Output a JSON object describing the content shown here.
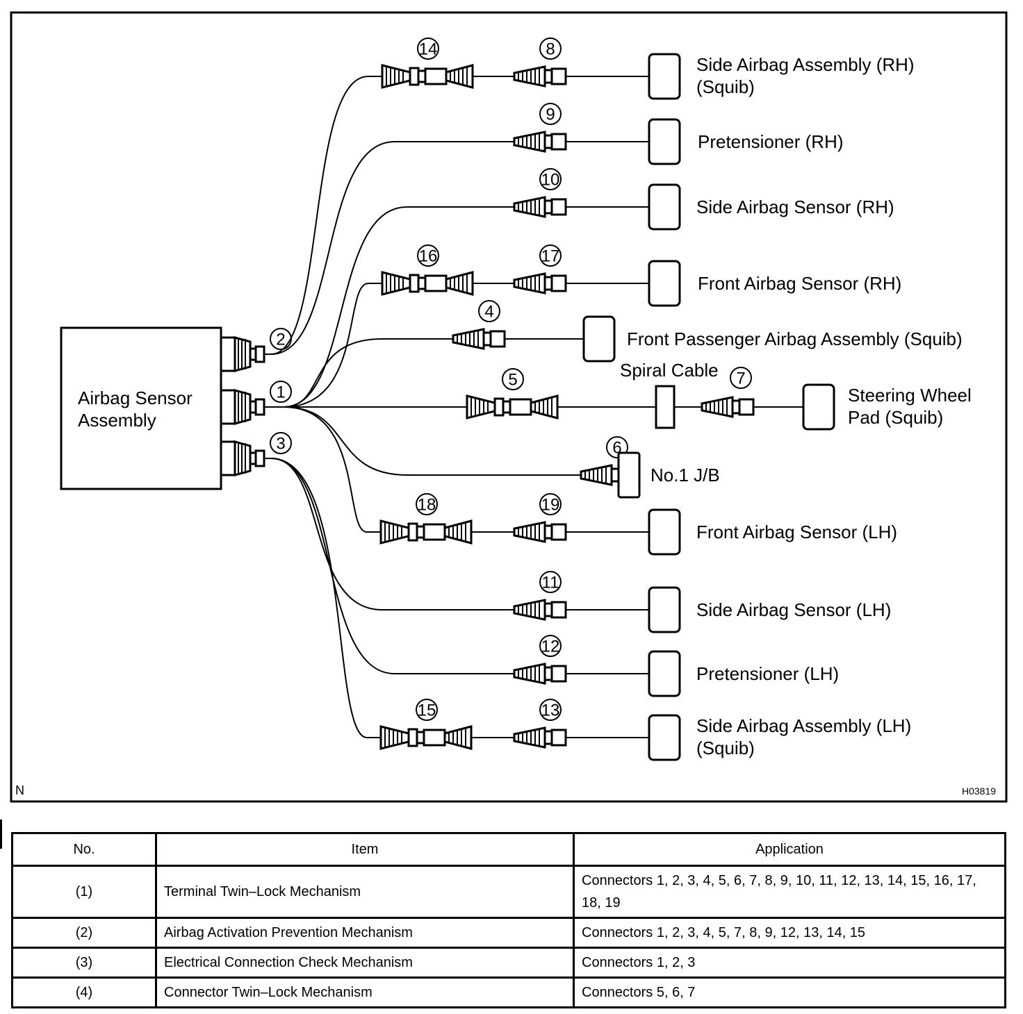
{
  "diagram": {
    "corner_letter": "N",
    "figure_id": "H03819",
    "main_unit": {
      "label_line1": "Airbag Sensor",
      "label_line2": "Assembly"
    },
    "sensor_connectors": [
      "1",
      "2",
      "3"
    ],
    "spiral_cable_label": "Spiral Cable",
    "branches": [
      {
        "id": "side-airbag-rh",
        "connectors": [
          "14",
          "8"
        ],
        "label_line1": "Side Airbag Assembly (RH)",
        "label_line2": "(Squib)",
        "source": "2"
      },
      {
        "id": "pretensioner-rh",
        "connectors": [
          "9"
        ],
        "label_line1": "Pretensioner (RH)",
        "label_line2": "",
        "source": "2"
      },
      {
        "id": "side-airbag-sensor-rh",
        "connectors": [
          "10"
        ],
        "label_line1": "Side Airbag Sensor (RH)",
        "label_line2": "",
        "source": "1"
      },
      {
        "id": "front-airbag-sensor-rh",
        "connectors": [
          "16",
          "17"
        ],
        "label_line1": "Front Airbag Sensor (RH)",
        "label_line2": "",
        "source": "1"
      },
      {
        "id": "front-passenger-airbag",
        "connectors": [
          "4"
        ],
        "label_line1": "Front Passenger Airbag Assembly (Squib)",
        "label_line2": "",
        "source": "1"
      },
      {
        "id": "steering-wheel-pad",
        "connectors": [
          "5",
          "7"
        ],
        "label_line1": "Steering Wheel",
        "label_line2": "Pad (Squib)",
        "source": "1"
      },
      {
        "id": "no1-jb",
        "connectors": [
          "6"
        ],
        "label_line1": "No.1 J/B",
        "label_line2": "",
        "source": "1"
      },
      {
        "id": "front-airbag-sensor-lh",
        "connectors": [
          "18",
          "19"
        ],
        "label_line1": "Front Airbag Sensor (LH)",
        "label_line2": "",
        "source": "1"
      },
      {
        "id": "side-airbag-sensor-lh",
        "connectors": [
          "11"
        ],
        "label_line1": "Side Airbag Sensor (LH)",
        "label_line2": "",
        "source": "3"
      },
      {
        "id": "pretensioner-lh",
        "connectors": [
          "12"
        ],
        "label_line1": "Pretensioner (LH)",
        "label_line2": "",
        "source": "3"
      },
      {
        "id": "side-airbag-lh",
        "connectors": [
          "15",
          "13"
        ],
        "label_line1": "Side Airbag Assembly (LH)",
        "label_line2": "(Squib)",
        "source": "3"
      }
    ]
  },
  "table": {
    "headers": [
      "No.",
      "Item",
      "Application"
    ],
    "rows": [
      {
        "no": "(1)",
        "item": "Terminal Twin–Lock Mechanism",
        "application": "Connectors 1, 2, 3, 4, 5, 6, 7, 8, 9, 10, 11, 12, 13, 14, 15, 16, 17, 18, 19"
      },
      {
        "no": "(2)",
        "item": "Airbag Activation Prevention Mechanism",
        "application": "Connectors 1, 2, 3, 4, 5, 7, 8, 9, 12, 13, 14, 15"
      },
      {
        "no": "(3)",
        "item": "Electrical Connection Check Mechanism",
        "application": "Connectors 1, 2, 3"
      },
      {
        "no": "(4)",
        "item": "Connector Twin–Lock Mechanism",
        "application": "Connectors 5, 6, 7"
      }
    ]
  }
}
